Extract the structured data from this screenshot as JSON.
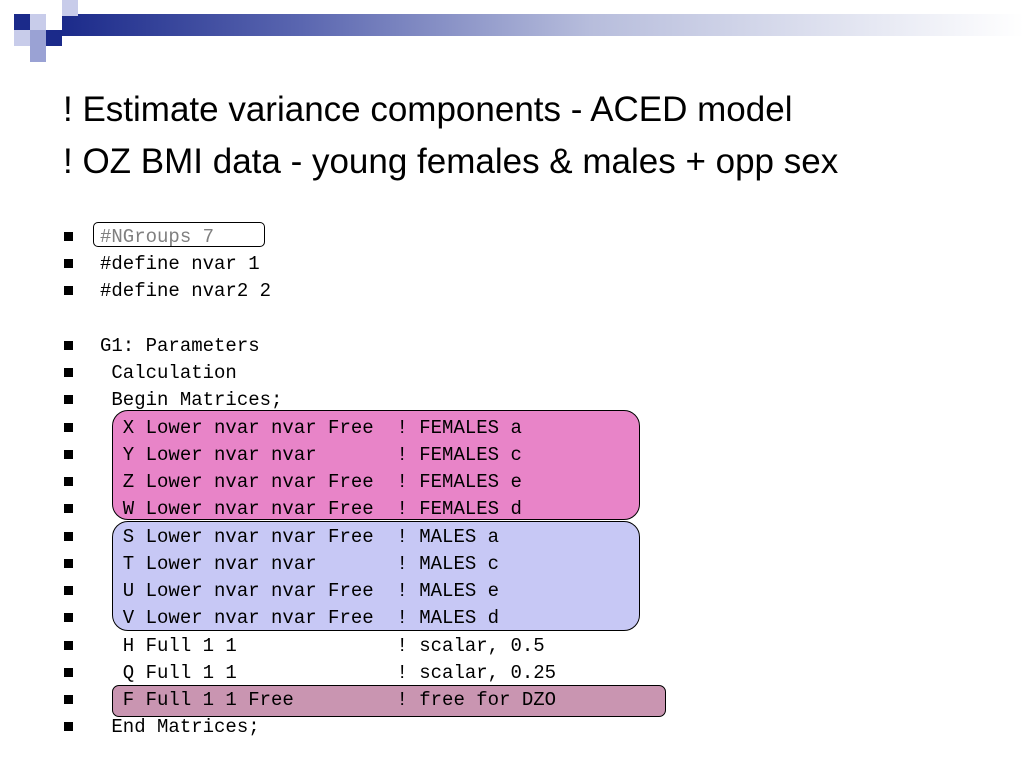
{
  "slide": {
    "title_lines": [
      "! Estimate variance components - ACED model",
      "! OZ BMI data - young females & males + opp sex"
    ],
    "lines": [
      "#NGroups 7",
      "#define nvar 1",
      "#define nvar2 2",
      "G1: Parameters",
      " Calculation",
      " Begin Matrices;",
      "  X Lower nvar nvar Free  ! FEMALES a",
      "  Y Lower nvar nvar       ! FEMALES c",
      "  Z Lower nvar nvar Free  ! FEMALES e",
      "  W Lower nvar nvar Free  ! FEMALES d",
      "  S Lower nvar nvar Free  ! MALES a",
      "  T Lower nvar nvar       ! MALES c",
      "  U Lower nvar nvar Free  ! MALES e",
      "  V Lower nvar nvar Free  ! MALES d",
      "  H Full 1 1              ! scalar, 0.5",
      "  Q Full 1 1              ! scalar, 0.25",
      "  F Full 1 1 Free         ! free for DZO",
      " End Matrices;"
    ]
  },
  "colors": {
    "females_highlight": "#e884c8",
    "males_highlight": "#c7c8f5",
    "dzo_highlight": "#c995b1",
    "header_band_dark": "#1b2a8a",
    "text_grey": "#808080"
  },
  "icons": {
    "bullet": "square-bullet-icon",
    "header": "decorative-squares"
  }
}
